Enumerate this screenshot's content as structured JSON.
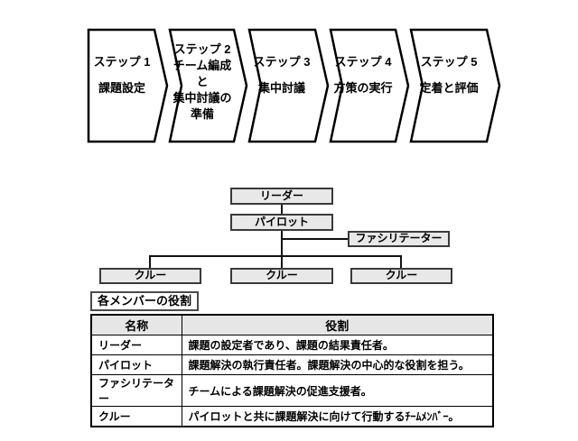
{
  "process_flow": {
    "steps": [
      {
        "label": "ステップ 1\n課題設定"
      },
      {
        "label": "ステップ 2\nチーム編成\nと\n集中討議の\n準備"
      },
      {
        "label": "ステップ 3\n集中討議"
      },
      {
        "label": "ステップ 4\n方策の実行"
      },
      {
        "label": "ステップ 5\n定着と評価"
      }
    ]
  },
  "org_chart": {
    "leader": "リーダー",
    "pilot": "パイロット",
    "facilitator": "ファシリテーター",
    "crew1": "クルー",
    "crew2": "クルー",
    "crew3": "クルー"
  },
  "roles_table": {
    "title": "各メンバーの役割",
    "headers": {
      "name": "名称",
      "role": "役割"
    },
    "rows": [
      {
        "name": "リーダー",
        "role": "課題の設定者であり、課題の結果責任者。"
      },
      {
        "name": "パイロット",
        "role": "課題解決の執行責任者。課題解決の中心的な役割を担う。"
      },
      {
        "name": "ファシリテーター",
        "role": "チームによる課題解決の促進支援者。"
      },
      {
        "name": "クルー",
        "role": "パイロットと共に課題解決に向けて行動するﾁｰﾑﾒﾝﾊﾞｰ。"
      }
    ]
  },
  "colors": {
    "background": "#ffffff",
    "box_fill": "#e8e8e8",
    "line": "#000000"
  }
}
